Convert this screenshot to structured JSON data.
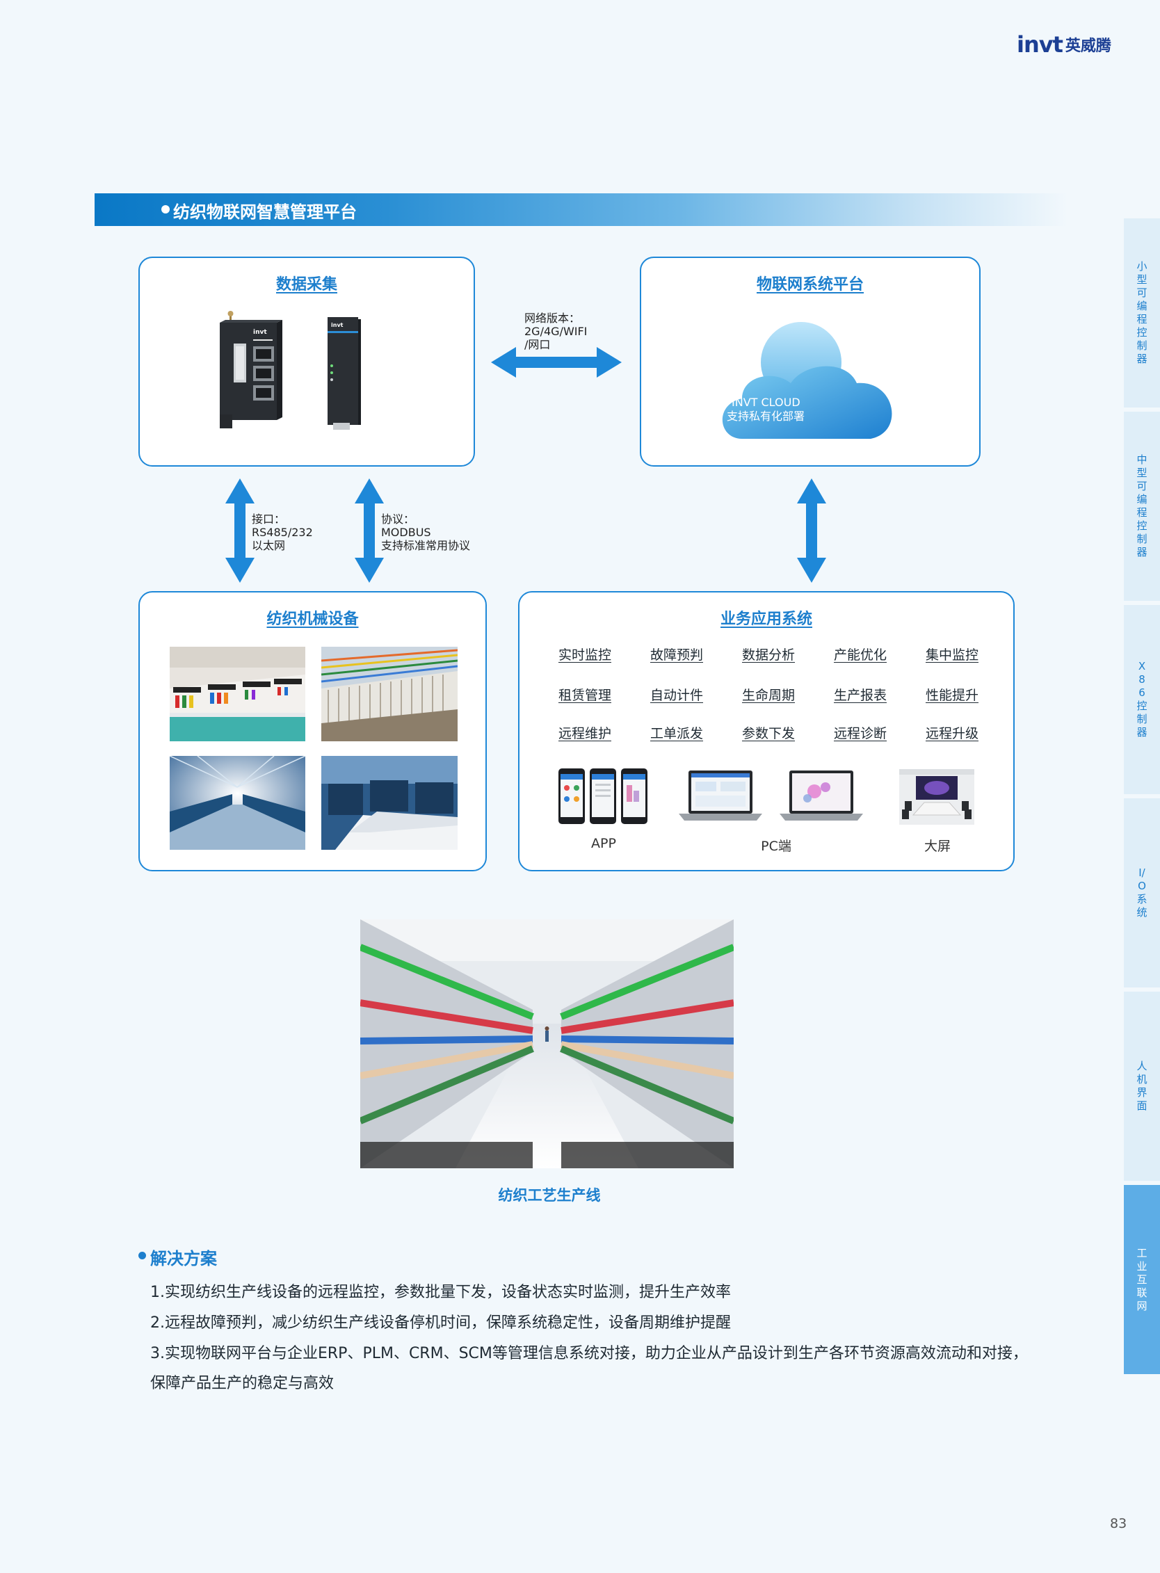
{
  "brand": {
    "logo_mark": "invt",
    "logo_cn": "英威腾"
  },
  "section": {
    "title": "纺织物联网智慧管理平台"
  },
  "collect": {
    "title": "数据采集"
  },
  "iot": {
    "title": "物联网系统平台",
    "cloud_line1": "INVT CLOUD",
    "cloud_line2": "支持私有化部署"
  },
  "link_top": {
    "line1": "网络版本：",
    "line2": "2G/4G/WIFI",
    "line3": "/网口"
  },
  "link_interface": {
    "line1": "接口：",
    "line2": "RS485/232",
    "line3": "以太网"
  },
  "link_protocol": {
    "line1": "协议：",
    "line2": "MODBUS",
    "line3": "支持标准常用协议"
  },
  "machine": {
    "title": "纺织机械设备"
  },
  "biz": {
    "title": "业务应用系统",
    "functions": [
      "实时监控",
      "故障预判",
      "数据分析",
      "产能优化",
      "集中监控",
      "租赁管理",
      "自动计件",
      "生命周期",
      "生产报表",
      "性能提升",
      "远程维护",
      "工单派发",
      "参数下发",
      "远程诊断",
      "远程升级"
    ],
    "devices": [
      "APP",
      "PC端",
      "大屏"
    ]
  },
  "factory": {
    "caption": "纺织工艺生产线"
  },
  "solution": {
    "title": "解决方案",
    "lines": [
      "1.实现纺织生产线设备的远程监控，参数批量下发，设备状态实时监测，提升生产效率",
      "2.远程故障预判，减少纺织生产线设备停机时间，保障系统稳定性，设备周期维护提醒",
      "3.实现物联网平台与企业ERP、PLM、CRM、SCM等管理信息系统对接，助力企业从产品设计到生产各环节资源高效流动和对接，",
      "保障产品生产的稳定与高效"
    ]
  },
  "side_tabs": [
    {
      "label": "小型可编程控制器",
      "active": false
    },
    {
      "label": "中型可编程控制器",
      "active": false
    },
    {
      "label": "X86控制器",
      "active": false
    },
    {
      "label": "I/O系统",
      "active": false
    },
    {
      "label": "人机界面",
      "active": false
    },
    {
      "label": "工业互联网",
      "active": true
    }
  ],
  "page_number": "83",
  "colors": {
    "primary": "#1d7fcd",
    "arrow": "#1e88d8",
    "box_border": "#1e88d8",
    "active_tab": "#5dade6",
    "tab_bg": "#dfeef8"
  }
}
